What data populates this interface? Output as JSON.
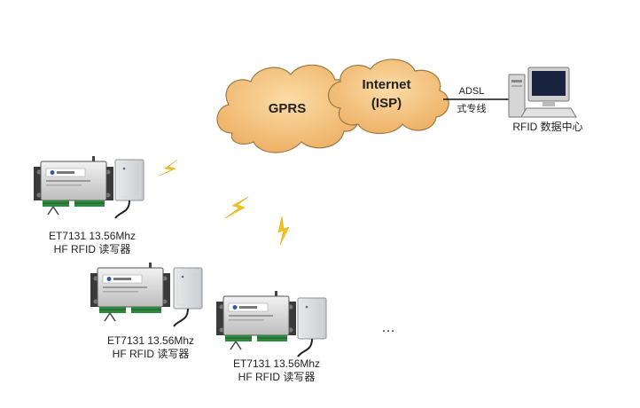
{
  "clouds": {
    "gprs": "GPRS",
    "internet_line1": "Internet",
    "internet_line2": "(ISP)"
  },
  "link": {
    "line1": "ADSL",
    "line2": "式专线"
  },
  "datacenter": {
    "label": "RFID 数据中心"
  },
  "readers": [
    {
      "line1": "ET7131 13.56Mhz",
      "line2": "HF RFID 读写器"
    },
    {
      "line1": "ET7131 13.56Mhz",
      "line2": "HF RFID 读写器"
    },
    {
      "line1": "ET7131 13.56Mhz",
      "line2": "HF RFID 读写器"
    }
  ],
  "more": "…",
  "colors": {
    "cloud_fill": "#f5c27a",
    "cloud_stroke": "#8a6a3a",
    "bolt": "#f0c020",
    "device_body": "#dcdcdc",
    "device_panel": "#eeeeee"
  }
}
